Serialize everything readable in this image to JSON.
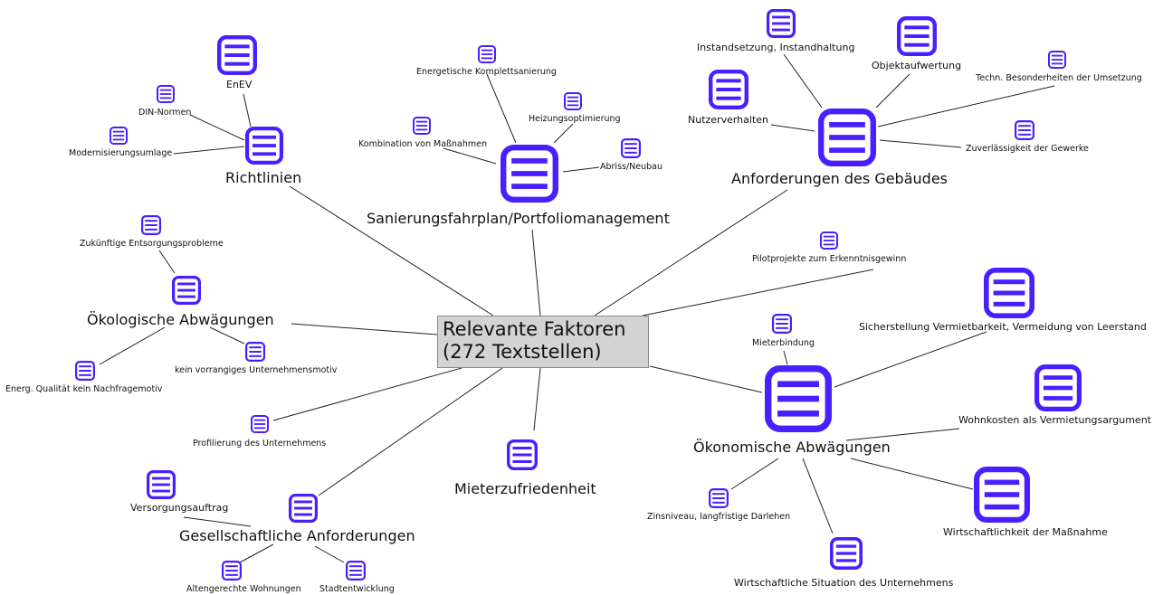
{
  "center": {
    "line1": "Relevante Faktoren",
    "line2": "(272 Textstellen)"
  },
  "icon_color": "#4a1fff",
  "branches": {
    "richtlinien": "Richtlinien",
    "sanierung": "Sanierungsfahrplan/Portfoliomanagement",
    "anforderungen_gebaeude": "Anforderungen des Gebäudes",
    "oekologische": "Ökologische Abwägungen",
    "oekonomische": "Ökonomische Abwägungen",
    "mieterzufriedenheit": "Mieterzufriedenheit",
    "gesellschaftliche": "Gesellschaftliche Anforderungen"
  },
  "leaves": {
    "enev": "EnEV",
    "din_normen": "DIN-Normen",
    "modernisierungsumlage": "Modernisierungsumlage",
    "energetische_komplettsanierung": "Energetische Komplettsanierung",
    "heizungsoptimierung": "Heizungsoptimierung",
    "kombination": "Kombination von Maßnahmen",
    "abriss": "Abriss/Neubau",
    "instandsetzung": "Instandsetzung, Instandhaltung",
    "objektaufwertung": "Objektaufwertung",
    "techn_besonderheiten": "Techn. Besonderheiten der Umsetzung",
    "nutzerverhalten": "Nutzerverhalten",
    "zuverlaessigkeit": "Zuverlässigkeit der Gewerke",
    "pilotprojekte": "Pilotprojekte zum Erkenntnisgewinn",
    "entsorgungsprobleme": "Zukünftige Entsorgungsprobleme",
    "kein_vorrangiges": "kein vorrangiges Unternehmensmotiv",
    "energ_qualitaet": "Energ. Qualität kein Nachfragemotiv",
    "profilierung": "Profilierung des Unternehmens",
    "mieterbindung": "Mieterbindung",
    "sicherstellung": "Sicherstellung Vermietbarkeit, Vermeidung von Leerstand",
    "wohnkosten": "Wohnkosten als Vermietungsargument",
    "zinsniveau": "Zinsniveau, langfristige Darlehen",
    "wirtschaftlichkeit": "Wirtschaftlichkeit der Maßnahme",
    "wirtschaftliche_situation": "Wirtschaftliche Situation des Unternehmens",
    "versorgungsauftrag": "Versorgungsauftrag",
    "altengerechte": "Altengerechte Wohnungen",
    "stadtentwicklung": "Stadtentwicklung"
  }
}
